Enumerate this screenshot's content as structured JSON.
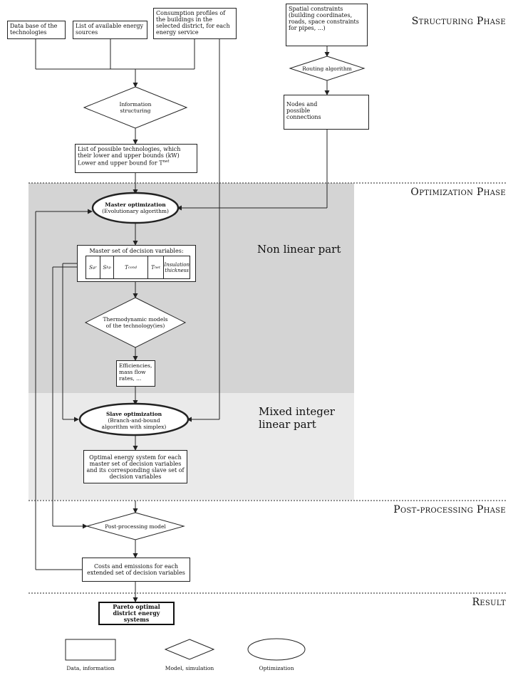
{
  "phases": {
    "structuring": "Structuring Phase",
    "optimization": "Optimization Phase",
    "post_processing": "Post-processing Phase",
    "result": "Result"
  },
  "parts": {
    "non_linear": "Non linear part",
    "mixed_integer": "Mixed integer linear part"
  },
  "inputs": {
    "database": "Data base of the technologies",
    "energy_sources": "List of available energy sources",
    "consumption": "Consumption profiles of the buildings in the selected district, for each energy service",
    "spatial": "Spatial constraints (building coordinates, roads, space constraints for pipes, ...)"
  },
  "models": {
    "routing": "Routing algorithm",
    "info_structuring": "Information structuring",
    "thermodynamic": "Thermodynamic models of the technology(ies)",
    "post_processing": "Post-processing model"
  },
  "data_boxes": {
    "nodes": "Nodes and possible connections",
    "tech_list_line1": "List of possible technologies, which their lower and upper bounds (kW)",
    "tech_list_line2": "Lower and upper bound for T",
    "tech_list_sup": "net",
    "master_set_title": "Master set of decision variables:",
    "efficiencies": "Efficiencies, mass flow rates, ...",
    "optimal_system": "Optimal energy system for each master set of decision variables and its corresponding slave set of decision variables",
    "costs": "Costs and emissions for each extended set of decision variables",
    "pareto": "Pareto optimal district energy systems"
  },
  "master_cells": [
    {
      "base": "S",
      "sub": "gr"
    },
    {
      "base": "S",
      "sub": "hp"
    },
    {
      "base": "T",
      "sup": "cond"
    },
    {
      "base": "T",
      "sup": "net"
    },
    {
      "base": "Insulation thickness"
    }
  ],
  "optimizations": {
    "master_title": "Master optimization",
    "master_sub": "(Evolutionary algorithm)",
    "slave_title": "Slave optimization",
    "slave_sub": "(Branch-and-bound algorithm with simplex)"
  },
  "legend": {
    "data": "Data, information",
    "model": "Model, simulation",
    "optimization": "Optimization"
  },
  "colors": {
    "nonlinear_bg": "#d4d4d4",
    "milp_bg": "#eaeaea",
    "stroke": "#222222"
  }
}
